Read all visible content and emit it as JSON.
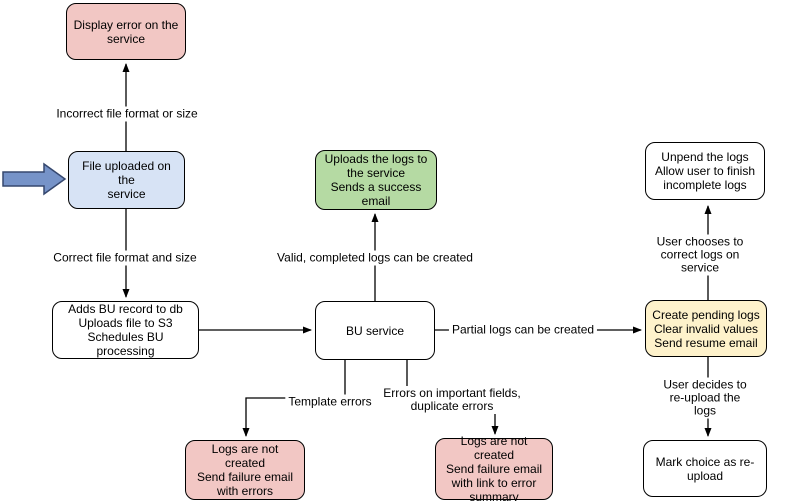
{
  "nodes": {
    "display_error": {
      "text": "Display error on the\nservice",
      "fill": "#F2C7C4"
    },
    "file_uploaded": {
      "text": "File uploaded on the\nservice",
      "fill": "#D7E3F5"
    },
    "adds_bu_record": {
      "text": "Adds BU record to db\nUploads file to S3\nSchedules BU processing",
      "fill": "#FFFFFF"
    },
    "bu_service": {
      "text": "BU service",
      "fill": "#FFFFFF"
    },
    "uploads_logs": {
      "text": "Uploads the logs to\nthe service\nSends a success\nemail",
      "fill": "#B5DAA3"
    },
    "create_pending": {
      "text": "Create pending logs\nClear invalid values\nSend resume email",
      "fill": "#FEF2CB"
    },
    "unpend_logs": {
      "text": "Unpend the logs\nAllow user to finish\nincomplete logs",
      "fill": "#FFFFFF"
    },
    "mark_choice": {
      "text": "Mark choice as re-\nupload",
      "fill": "#FFFFFF"
    },
    "logs_not_created_errors": {
      "text": "Logs are not created\nSend failure email\nwith errors",
      "fill": "#F2C7C4"
    },
    "logs_not_created_summary": {
      "text": "Logs are not created\nSend failure email\nwith link to error\nsummary",
      "fill": "#F2C7C4"
    }
  },
  "edge_labels": {
    "incorrect_file": "Incorrect file format or size",
    "correct_file": "Correct file format and size",
    "valid_logs": "Valid, completed logs can be created",
    "partial_logs": "Partial logs can be created",
    "template_errors": "Template errors",
    "important_field_errors": "Errors on important fields,\nduplicate errors",
    "user_corrects": "User chooses to correct logs on service",
    "user_reuploads": "User decides to re-upload the logs"
  },
  "colors": {
    "node_pink": "#F2C7C4",
    "node_blue": "#D7E3F5",
    "node_green": "#B5DAA3",
    "node_yellow": "#FEF2CB",
    "node_white": "#FFFFFF",
    "node_border": "#000000",
    "connector": "#000000",
    "entry_arrow_fill": "#7693C8",
    "entry_arrow_stroke": "#36486F"
  }
}
